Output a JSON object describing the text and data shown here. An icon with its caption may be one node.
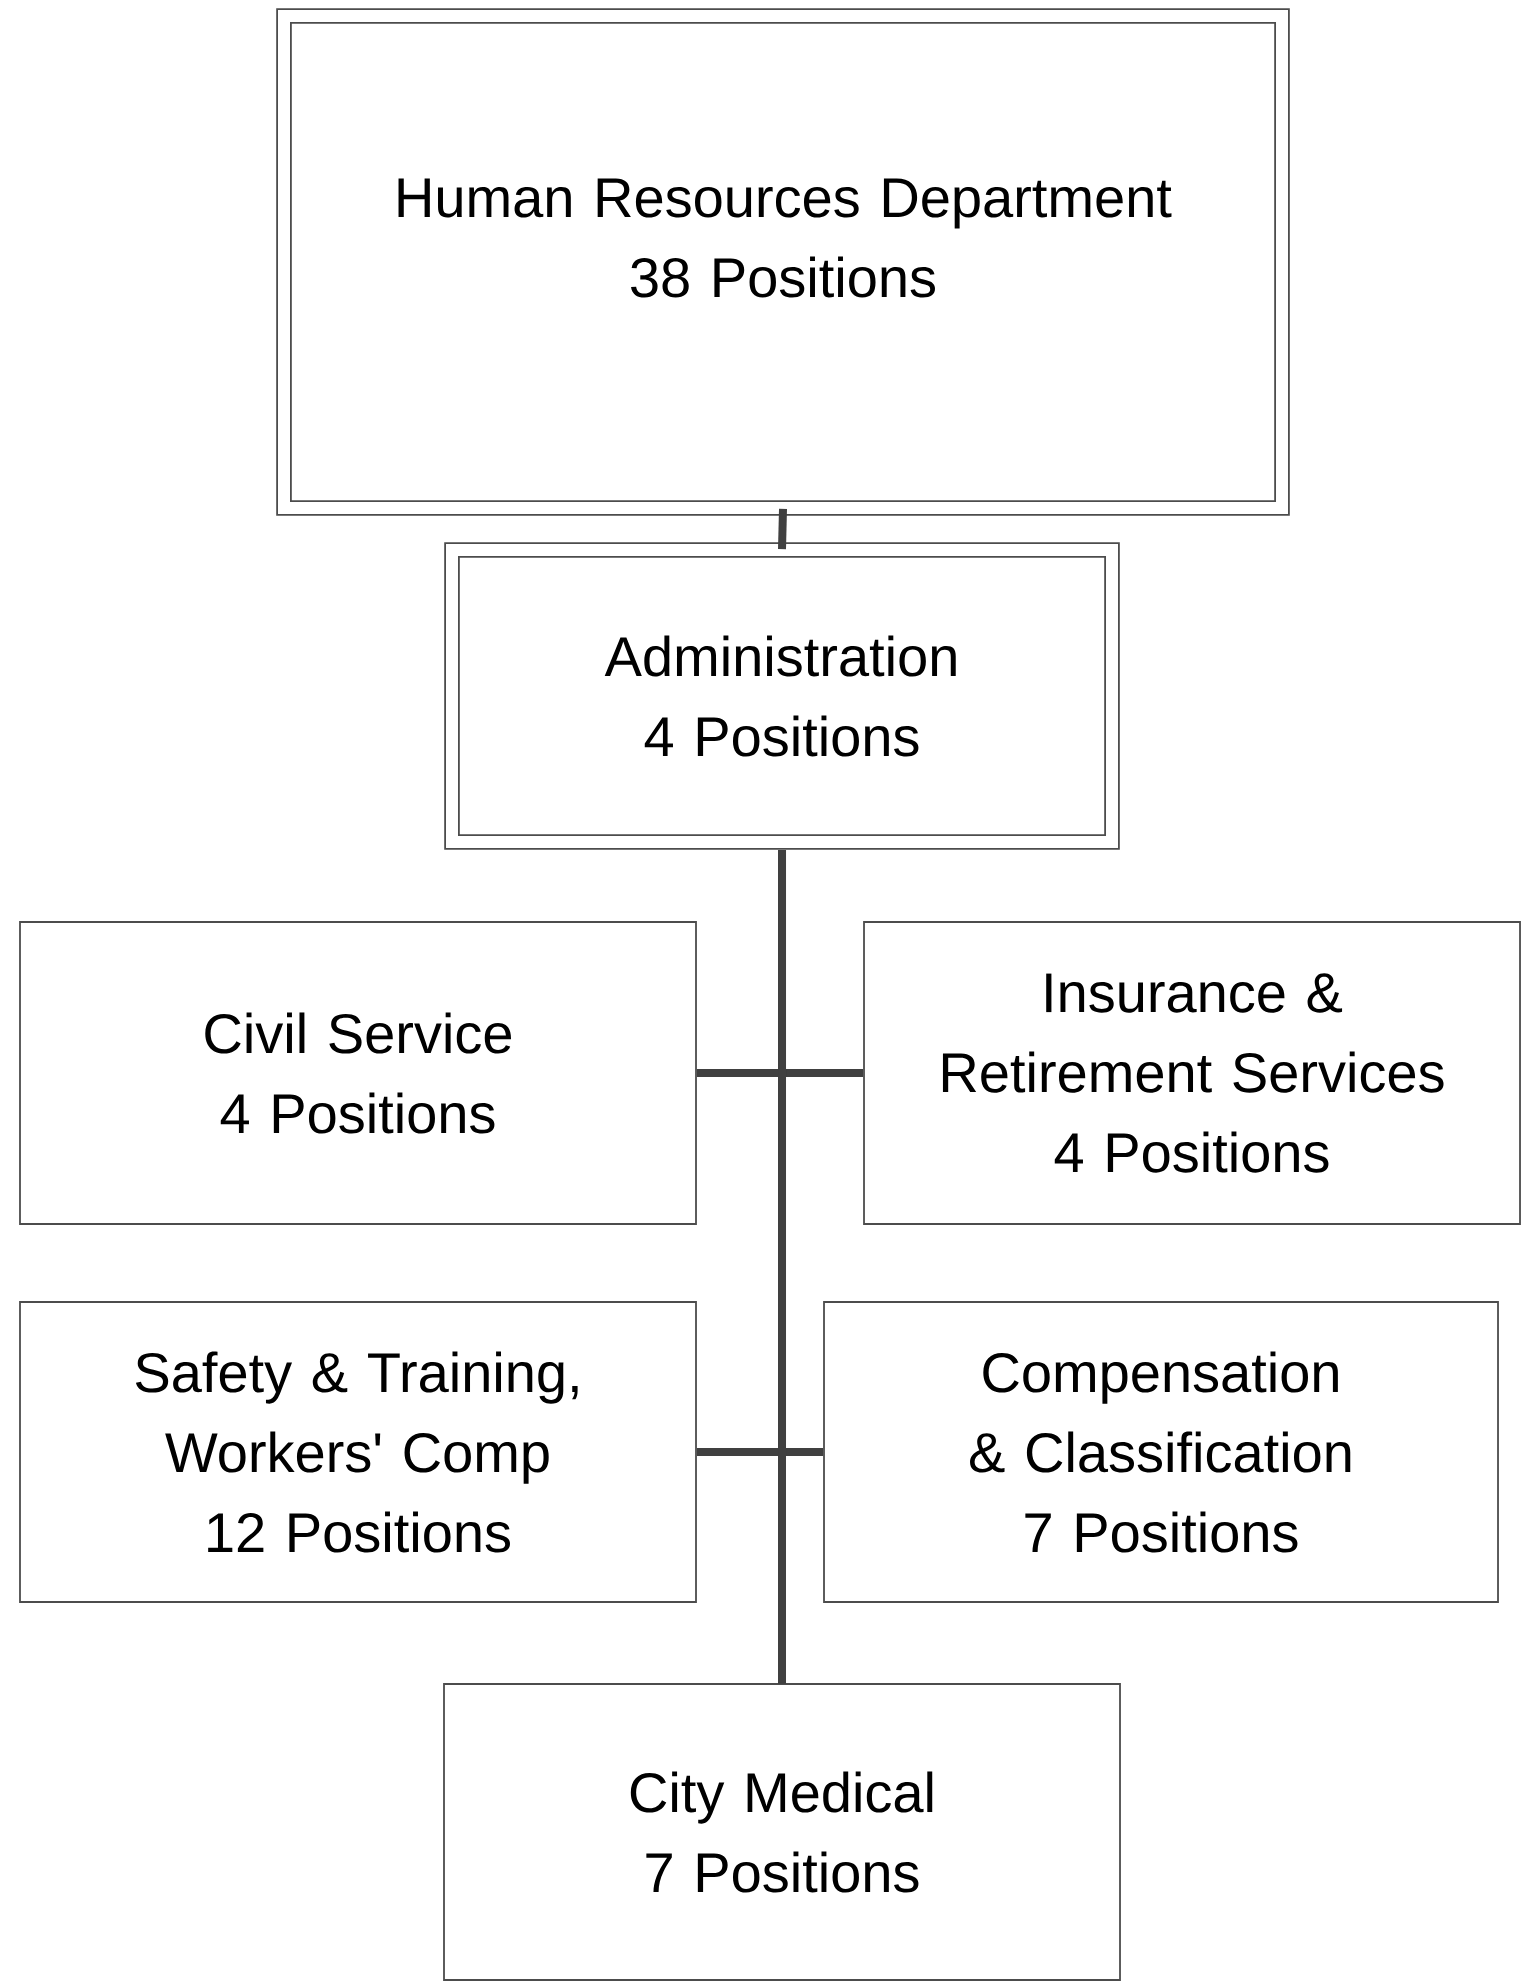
{
  "diagram": {
    "nodes": [
      {
        "text": [
          "Human Resources Department",
          "38 Positions"
        ]
      },
      {
        "text": [
          "Administration",
          "4 Positions"
        ]
      },
      {
        "text": [
          "Civil Service",
          "4 Positions"
        ]
      },
      {
        "text": [
          "Insurance & Retirement Services",
          "4 Positions"
        ]
      },
      {
        "text": [
          "Safety & Training, Workers' Comp",
          "12 Positions"
        ]
      },
      {
        "text": [
          "Compensation & Classification",
          "7  Positions"
        ]
      },
      {
        "text": [
          "City Medical",
          "7 Positions"
        ]
      }
    ],
    "edges": [
      {
        "from": 0,
        "to": 1,
        "arrow": "none"
      },
      {
        "from": 1,
        "to": 2,
        "arrow": "none"
      },
      {
        "from": 1,
        "to": 3,
        "arrow": "none"
      },
      {
        "from": 1,
        "to": 4,
        "arrow": "none"
      },
      {
        "from": 1,
        "to": 5,
        "arrow": "none"
      },
      {
        "from": 1,
        "to": 6,
        "arrow": "none"
      }
    ]
  }
}
